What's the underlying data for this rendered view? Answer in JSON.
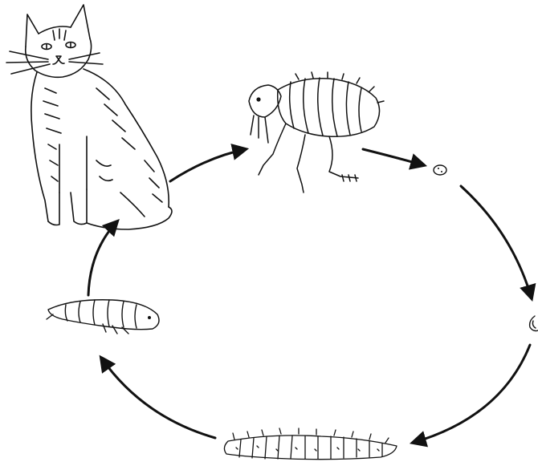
{
  "diagram": {
    "type": "life-cycle",
    "colors": {
      "ink": "#111111",
      "background": "#ffffff"
    },
    "stages": [
      {
        "id": "cat",
        "icon": "cat-icon"
      },
      {
        "id": "adult-flea",
        "icon": "adult-flea-icon"
      },
      {
        "id": "egg",
        "icon": "egg-icon"
      },
      {
        "id": "egg-hatching",
        "icon": "egg-hatching-icon"
      },
      {
        "id": "larva",
        "icon": "larva-icon"
      },
      {
        "id": "pupa",
        "icon": "pupa-icon"
      }
    ],
    "arrows": [
      {
        "from": "cat",
        "to": "adult-flea"
      },
      {
        "from": "adult-flea",
        "to": "egg"
      },
      {
        "from": "egg",
        "to": "egg-hatching"
      },
      {
        "from": "egg-hatching",
        "to": "larva"
      },
      {
        "from": "larva",
        "to": "pupa"
      },
      {
        "from": "pupa",
        "to": "cat"
      }
    ]
  }
}
